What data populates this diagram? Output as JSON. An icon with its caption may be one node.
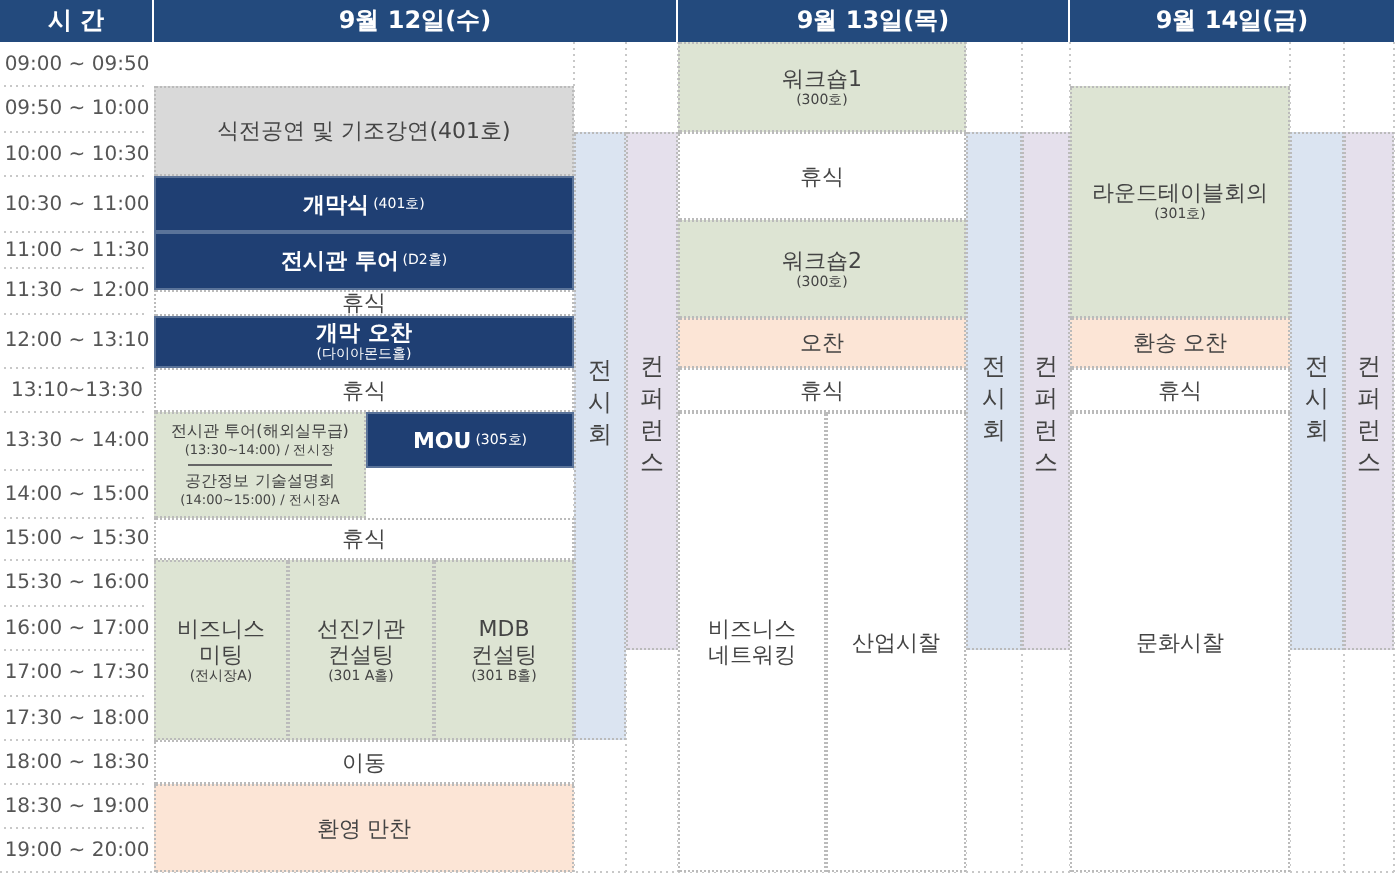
{
  "diagram": {
    "nodes": [
      {
        "text": [
          "식전공연 및 기조강연(401호)"
        ]
      },
      {
        "text": [
          "개막식",
          "(401호)"
        ]
      },
      {
        "text": [
          "전시관 투어",
          "(D2홀)"
        ]
      },
      {
        "text": [
          "휴식"
        ]
      },
      {
        "text": [
          "개막 오찬",
          "(다이아몬드홀)"
        ]
      },
      {
        "text": [
          "휴식"
        ]
      },
      {
        "text": [
          "전시관 투어(해외실무급)",
          "(13:30~14:00) / 전시장",
          "공간정보 기술설명회",
          "(14:00~15:00) / 전시장A"
        ]
      },
      {
        "text": [
          "MOU",
          "(305호)"
        ]
      },
      {
        "text": [
          "휴식"
        ]
      },
      {
        "text": [
          "비즈니스 미팅",
          "(전시장A)"
        ]
      },
      {
        "text": [
          "선진기관 컨설팅",
          "(301 A홀)"
        ]
      },
      {
        "text": [
          "MDB 컨설팅",
          "(301 B홀)"
        ]
      },
      {
        "text": [
          "이동"
        ]
      },
      {
        "text": [
          "환영 만찬"
        ]
      },
      {
        "text": [
          "전시회"
        ]
      },
      {
        "text": [
          "컨퍼런스"
        ]
      },
      {
        "text": [
          "워크숍1",
          "(300호)"
        ]
      },
      {
        "text": [
          "휴식"
        ]
      },
      {
        "text": [
          "워크숍2",
          "(300호)"
        ]
      },
      {
        "text": [
          "오찬"
        ]
      },
      {
        "text": [
          "휴식"
        ]
      },
      {
        "text": [
          "비즈니스 네트워킹"
        ]
      },
      {
        "text": [
          "산업시찰"
        ]
      },
      {
        "text": [
          "전시회"
        ]
      },
      {
        "text": [
          "컨퍼런스"
        ]
      },
      {
        "text": [
          "라운드테이블회의",
          "(301호)"
        ]
      },
      {
        "text": [
          "환송 오찬"
        ]
      },
      {
        "text": [
          "휴식"
        ]
      },
      {
        "text": [
          "문화시찰"
        ]
      },
      {
        "text": [
          "전시회"
        ]
      },
      {
        "text": [
          "컨퍼런스"
        ]
      }
    ],
    "labels": [
      "시 간",
      "9월 12일(수)",
      "9월 13일(목)",
      "9월 14일(금)",
      "09:00 ~ 09:50",
      "09:50 ~ 10:00",
      "10:00 ~ 10:30",
      "10:30 ~ 11:00",
      "11:00 ~ 11:30",
      "11:30 ~ 12:00",
      "12:00 ~ 13:10",
      "13:10~13:30",
      "13:30 ~ 14:00",
      "14:00 ~ 15:00",
      "15:00 ~ 15:30",
      "15:30 ~ 16:00",
      "16:00 ~ 17:00",
      "17:00 ~ 17:30",
      "17:30 ~ 18:00",
      "18:00 ~ 18:30",
      "18:30 ~ 19:00",
      "19:00 ~ 20:00"
    ]
  }
}
